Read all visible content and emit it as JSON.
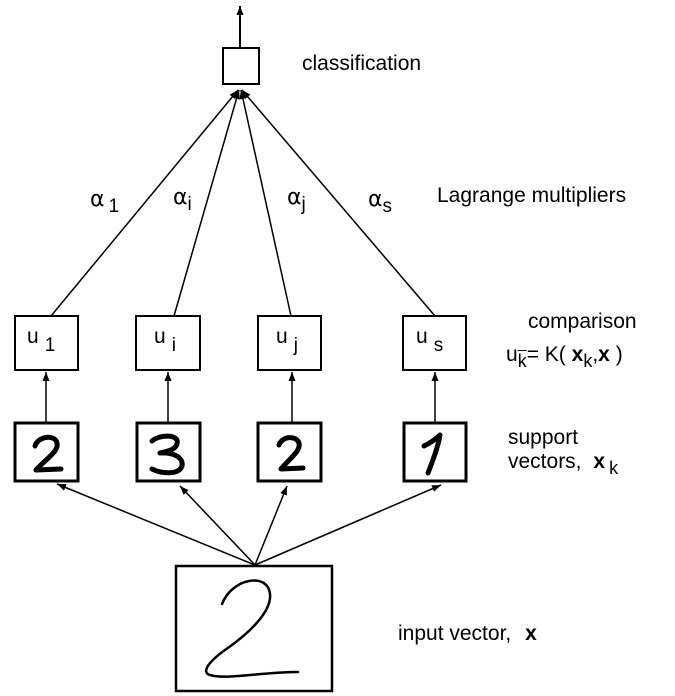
{
  "labels": {
    "classification": "classification",
    "lagrange": "Lagrange multipliers",
    "comparison": "comparison",
    "support_line1": "support",
    "support_line2": "vectors,",
    "support_x": "x",
    "support_sub": "k",
    "input": "input vector,",
    "input_x": "x"
  },
  "alphas": [
    {
      "symbol": "α",
      "sub": "1"
    },
    {
      "symbol": "α",
      "sub": "i"
    },
    {
      "symbol": "α",
      "sub": "j"
    },
    {
      "symbol": "α",
      "sub": "s"
    }
  ],
  "comparison_nodes": [
    {
      "var": "u",
      "sub": "1"
    },
    {
      "var": "u",
      "sub": "i"
    },
    {
      "var": "u",
      "sub": "j"
    },
    {
      "var": "u",
      "sub": "s"
    }
  ],
  "formula": {
    "lhs": "u",
    "lhs_sub": "k",
    "eq": "= K(",
    "x1": "x",
    "x1_sub": "k",
    "comma": ",",
    "x2": "x",
    "close": ")"
  },
  "support_vectors": [
    {
      "digit": "2"
    },
    {
      "digit": "3"
    },
    {
      "digit": "2"
    },
    {
      "digit": "1"
    }
  ],
  "input_digit": "2"
}
